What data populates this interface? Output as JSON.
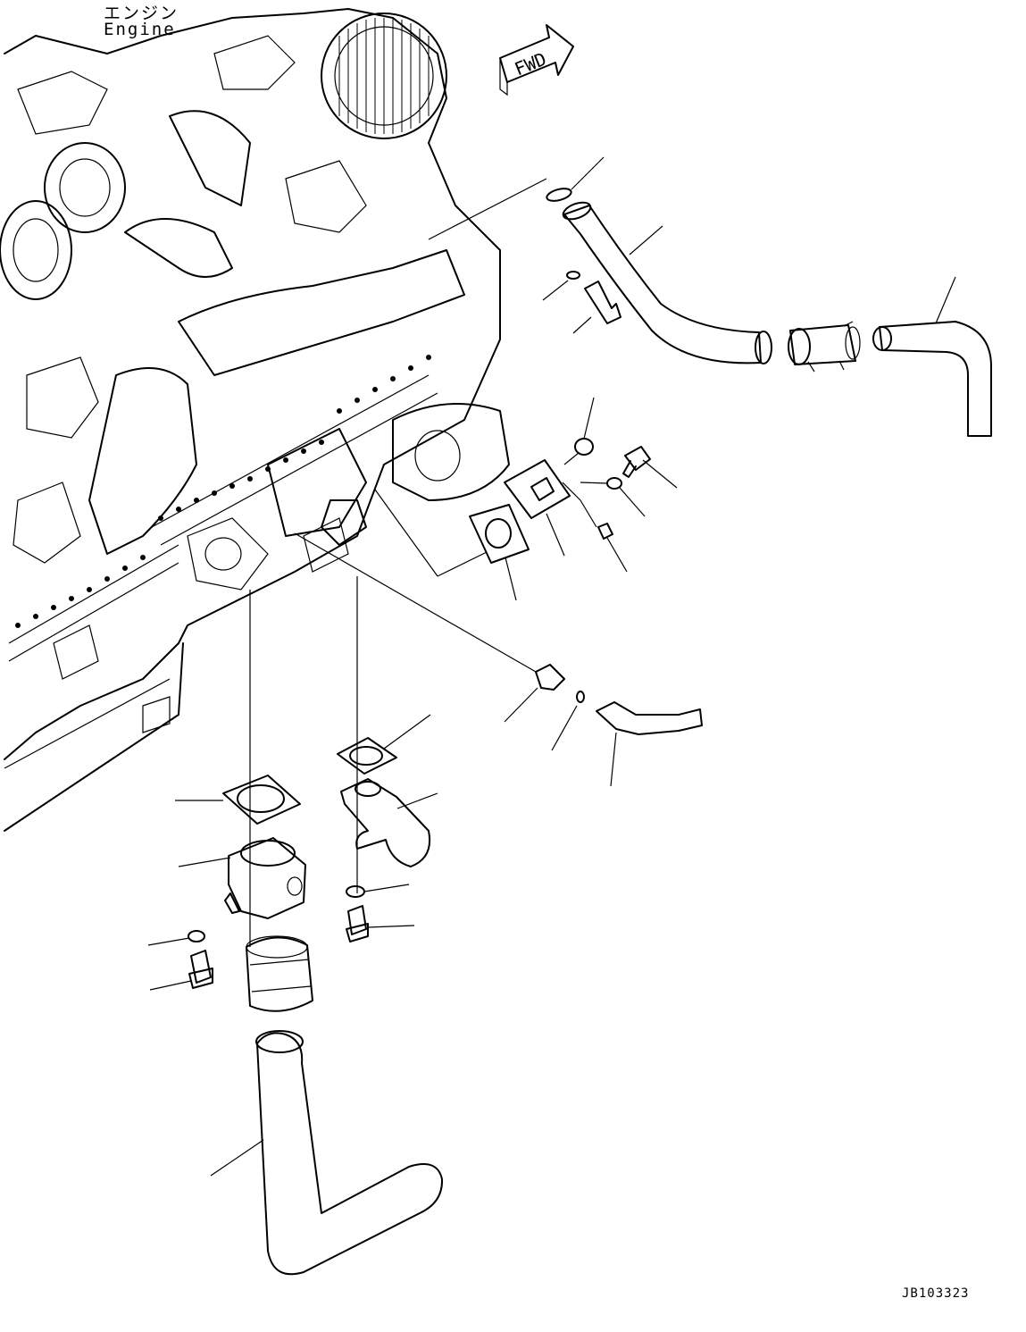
{
  "labels": {
    "engine_jp": "エンジン",
    "engine_en": "Engine",
    "drawing_code": "JB103323",
    "fwd_arrow": "FWD"
  },
  "icons": {
    "fwd": "forward-direction-arrow-icon"
  }
}
